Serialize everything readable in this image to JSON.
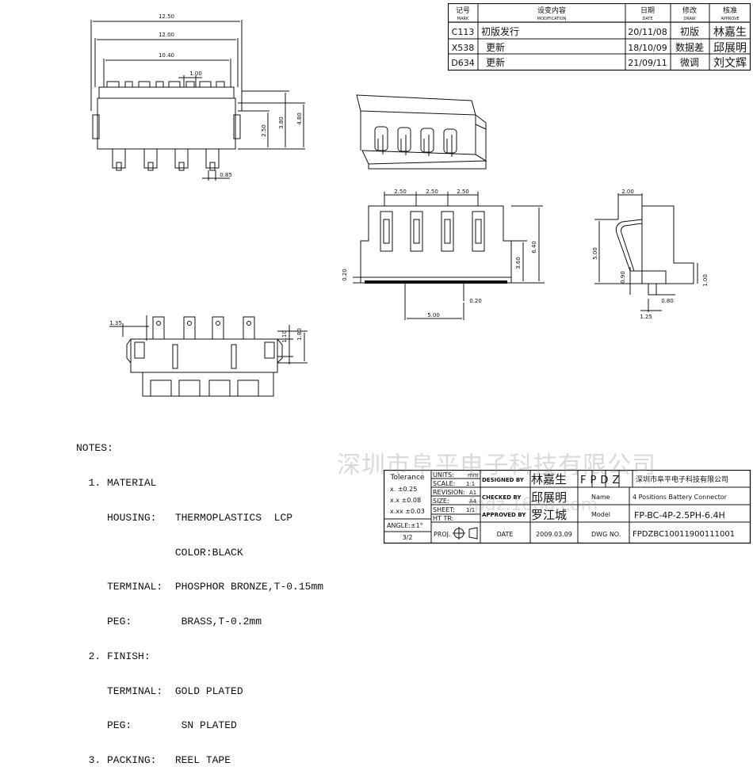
{
  "revision_table": {
    "headers": [
      {
        "cn": "记号",
        "en": "MARK"
      },
      {
        "cn": "设变内容",
        "en": "MODIFICATION"
      },
      {
        "cn": "日期",
        "en": "DATE"
      },
      {
        "cn": "修改",
        "en": "DRAW"
      },
      {
        "cn": "核准",
        "en": "APPROVE"
      }
    ],
    "rows": [
      {
        "mark": "C113",
        "modification": "初版发行",
        "date": "20/11/08",
        "draw": "初版",
        "approve": "林嘉生"
      },
      {
        "mark": "X538",
        "modification": "更新",
        "date": "18/10/09",
        "draw": "数据差",
        "approve": "邱展明"
      },
      {
        "mark": "D634",
        "modification": "更新",
        "date": "21/09/11",
        "draw": "微调",
        "approve": "刘文辉"
      }
    ]
  },
  "dimensions": {
    "top_view": [
      "12.50",
      "12.00",
      "10.40",
      "1.00",
      "2.50",
      "3.80",
      "4.80",
      "0.85"
    ],
    "front_view": [
      "2.50",
      "2.50",
      "2.50",
      "6.40",
      "3.60",
      "0.20",
      "0.20",
      "5.00"
    ],
    "side_view": [
      "2.00",
      "5.00",
      "0.90",
      "1.00",
      "0.80",
      "1.25"
    ],
    "bottom_view": [
      "1.35",
      "1.10",
      "1.80"
    ]
  },
  "notes": {
    "title": "NOTES:",
    "lines": [
      "  1. MATERIAL",
      "     HOUSING:   THERMOPLASTICS  LCP",
      "                COLOR:BLACK",
      "     TERMINAL:  PHOSPHOR BRONZE,T-0.15mm",
      "     PEG:        BRASS,T-0.2mm",
      "  2. FINISH:",
      "     TERMINAL:  GOLD PLATED",
      "     PEG:        SN PLATED",
      "  3. PACKING:   REEL TAPE"
    ]
  },
  "title_block": {
    "tolerance_label": "Tolerance",
    "tolerances": [
      "x.  ±0.25",
      "x.x  ±0.08",
      "x.xx  ±0.03"
    ],
    "angle": "ANGLE:±1°",
    "angle_sub": "3/2",
    "units_label": "UNITS:",
    "units_value": "mm",
    "scale_label": "SCALE:",
    "scale_value": "1:1",
    "revision_label": "REVISION:",
    "revision_value": "A1",
    "size_label": "SIZE:",
    "size_value": "A4",
    "sheet_label": "SHEET:",
    "sheet_value": "1/1",
    "ht_label": "HT TR:",
    "proj_label": "PROJ.",
    "designed_label": "DESIGNED BY",
    "designed_by": "林嘉生",
    "checked_label": "CHECKED BY",
    "checked_by": "邱展明",
    "approved_label": "APPROVED BY",
    "approved_by": "罗江城",
    "date_label": "DATE",
    "date_value": "2009.03.09",
    "company_code": "FPDZ",
    "company_name": "深圳市阜平电子科技有限公司",
    "name_label": "Name",
    "name_value": "4 Positions Battery Connector",
    "model_label": "Model",
    "model_value": "FP-BC-4P-2.5PH-6.4H",
    "dwg_label": "DWG NO.",
    "dwg_value": "FPDZBC10011900111001"
  },
  "watermark": {
    "line1": "深圳市阜平电子科技有限公司",
    "line2": "fpdz.1688.com"
  }
}
